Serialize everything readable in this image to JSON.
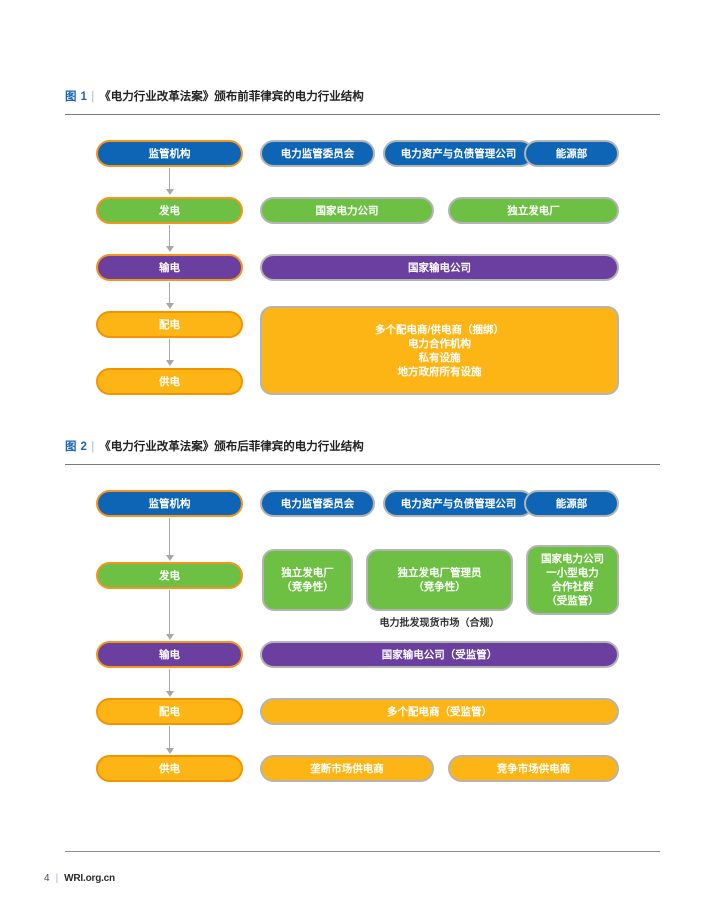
{
  "page": {
    "footer_page_number": "4",
    "footer_separator": "|",
    "footer_site": "WRI.org.cn"
  },
  "colors": {
    "blue": "#0e65b5",
    "green": "#6ec044",
    "purple": "#6b3fa0",
    "orange": "#fdb515",
    "stage_border": "#f5951e",
    "entity_border": "#b4b4b4",
    "arrow": "#a8a8a8",
    "fig_label": "#1a66b2",
    "rule": "#7a7a7a"
  },
  "figure1": {
    "label": "图 1",
    "separator": "|",
    "title": "《电力行业改革法案》颁布前菲律宾的电力行业结构",
    "stages": [
      {
        "name": "regulator",
        "label": "监管机构",
        "color": "blue"
      },
      {
        "name": "generation",
        "label": "发电",
        "color": "green"
      },
      {
        "name": "transmission",
        "label": "输电",
        "color": "purple"
      },
      {
        "name": "distribution",
        "label": "配电",
        "color": "orange"
      },
      {
        "name": "supply",
        "label": "供电",
        "color": "orange"
      }
    ],
    "entities": {
      "regulator": [
        {
          "label": "电力监管委员会",
          "color": "blue"
        },
        {
          "label": "电力资产与负债管理公司",
          "color": "blue"
        },
        {
          "label": "能源部",
          "color": "blue"
        }
      ],
      "generation": [
        {
          "label": "国家电力公司",
          "color": "green"
        },
        {
          "label": "独立发电厂",
          "color": "green"
        }
      ],
      "transmission": [
        {
          "label": "国家输电公司",
          "color": "purple"
        }
      ],
      "distribution_supply": [
        {
          "label": "多个配电商/供电商（捆绑）\n电力合作机构\n私有设施\n地方政府所有设施",
          "color": "orange"
        }
      ]
    }
  },
  "figure2": {
    "label": "图 2",
    "separator": "|",
    "title": "《电力行业改革法案》颁布后菲律宾的电力行业结构",
    "stages": [
      {
        "name": "regulator",
        "label": "监管机构",
        "color": "blue"
      },
      {
        "name": "generation",
        "label": "发电",
        "color": "green"
      },
      {
        "name": "transmission",
        "label": "输电",
        "color": "purple"
      },
      {
        "name": "distribution",
        "label": "配电",
        "color": "orange"
      },
      {
        "name": "supply",
        "label": "供电",
        "color": "orange"
      }
    ],
    "entities": {
      "regulator": [
        {
          "label": "电力监管委员会",
          "color": "blue"
        },
        {
          "label": "电力资产与负债管理公司",
          "color": "blue"
        },
        {
          "label": "能源部",
          "color": "blue"
        }
      ],
      "generation": [
        {
          "label": "独立发电厂\n（竞争性）",
          "color": "green"
        },
        {
          "label": "独立发电厂管理员\n（竞争性）",
          "color": "green"
        },
        {
          "label": "国家电力公司\n一小型电力\n合作社群\n（受监管）",
          "color": "green"
        }
      ],
      "transmission": [
        {
          "label": "国家输电公司（受监管）",
          "color": "purple"
        }
      ],
      "distribution": [
        {
          "label": "多个配电商（受监管）",
          "color": "orange"
        }
      ],
      "supply": [
        {
          "label": "垄断市场供电商",
          "color": "orange"
        },
        {
          "label": "竞争市场供电商",
          "color": "orange"
        }
      ]
    },
    "market_caption": "电力批发现货市场（合规）"
  }
}
